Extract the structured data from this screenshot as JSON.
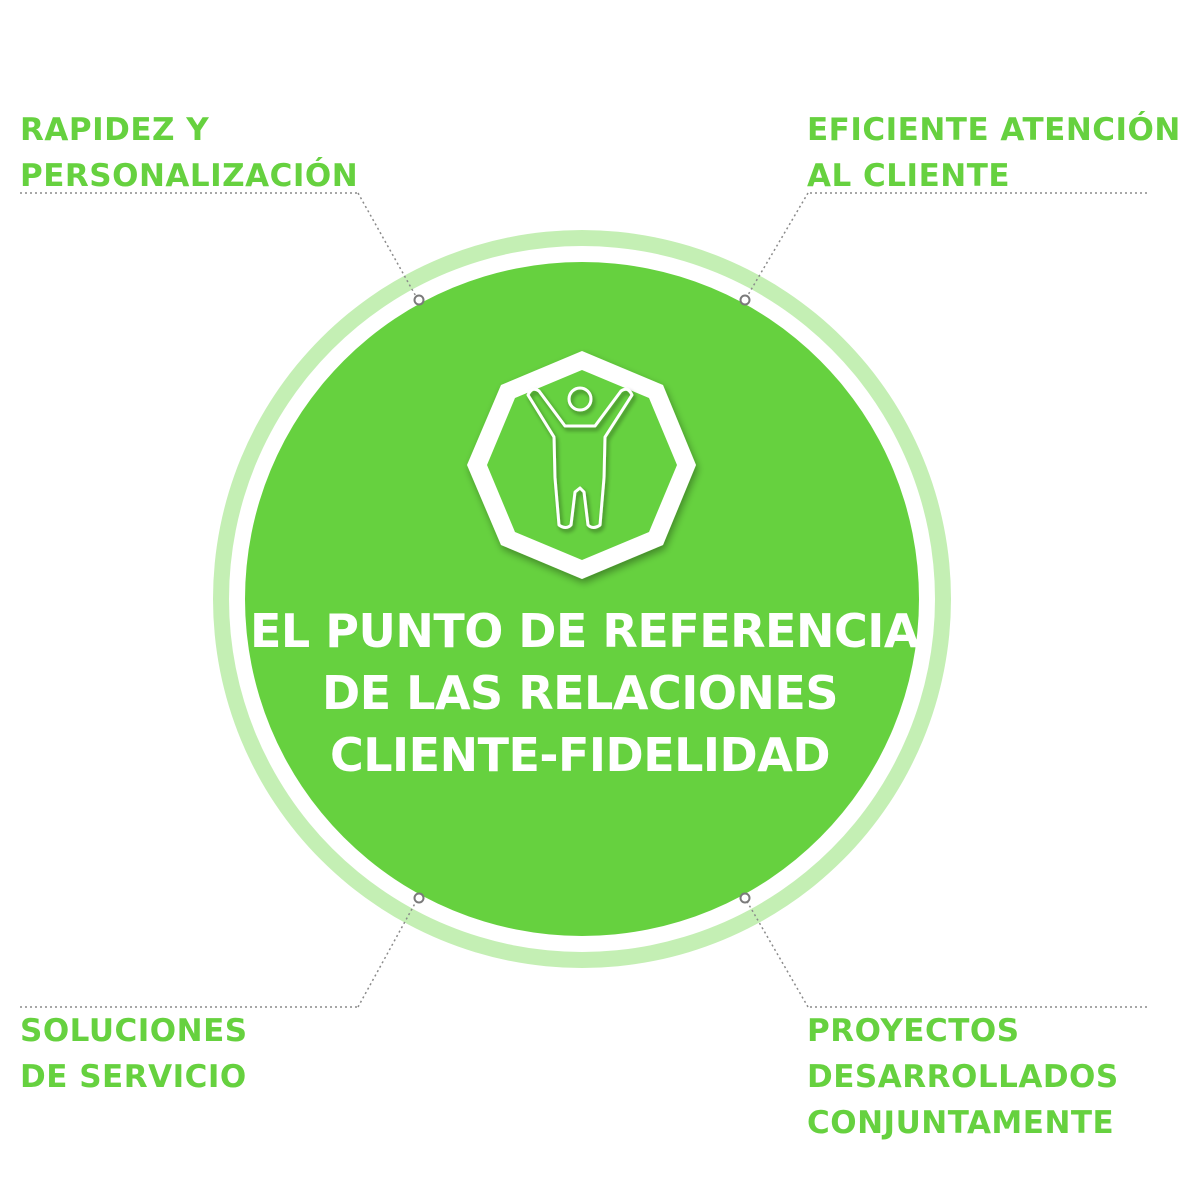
{
  "colors": {
    "accent_green": "#66d13f",
    "ring_light_green": "#c4efb4",
    "title_text": "#ffffff",
    "connector_gray": "#8a8a8a"
  },
  "icons": {
    "center": "person-arms-raised-icon",
    "frame": "octagon-badge-icon"
  },
  "center": {
    "title_lines": [
      "EL PUNTO DE REFERENCIA",
      "DE LAS RELACIONES",
      "CLIENTE-FIDELIDAD"
    ]
  },
  "labels": {
    "top_left": [
      "RAPIDEZ Y",
      "PERSONALIZACIÓN"
    ],
    "top_right": [
      "EFICIENTE ATENCIÓN",
      "AL CLIENTE"
    ],
    "bottom_left": [
      "SOLUCIONES",
      "DE SERVICIO"
    ],
    "bottom_right": [
      "PROYECTOS",
      "DESARROLLADOS",
      "CONJUNTAMENTE"
    ]
  }
}
